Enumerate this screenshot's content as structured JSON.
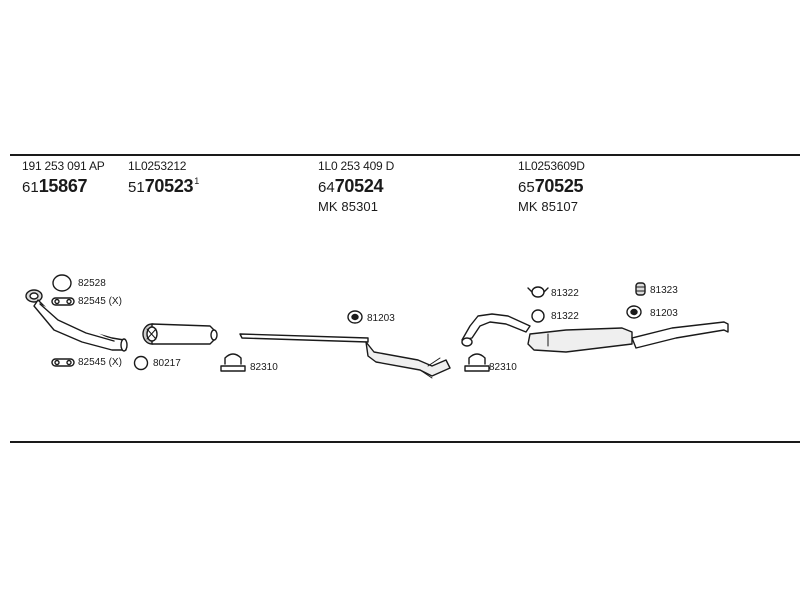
{
  "parts": [
    {
      "oe": "191 253 091 AP",
      "prefix": "61",
      "number": "15867"
    },
    {
      "oe": "1L0253212",
      "prefix": "51",
      "number": "70523",
      "sup": "1"
    },
    {
      "oe": "1L0 253 409 D",
      "prefix": "64",
      "number": "70524",
      "mk": "MK  85301"
    },
    {
      "oe": "1L0253609D",
      "prefix": "65",
      "number": "70525",
      "mk": "MK  85107"
    }
  ],
  "fittings": {
    "f82528": "82528",
    "f82545a": "82545 (X)",
    "f82545b": "82545 (X)",
    "f80217": "80217",
    "f82310a": "82310",
    "f81203a": "81203",
    "f82310b": "82310",
    "f81322a": "81322",
    "f81322b": "81322",
    "f81323": "81323",
    "f81203b": "81203"
  }
}
